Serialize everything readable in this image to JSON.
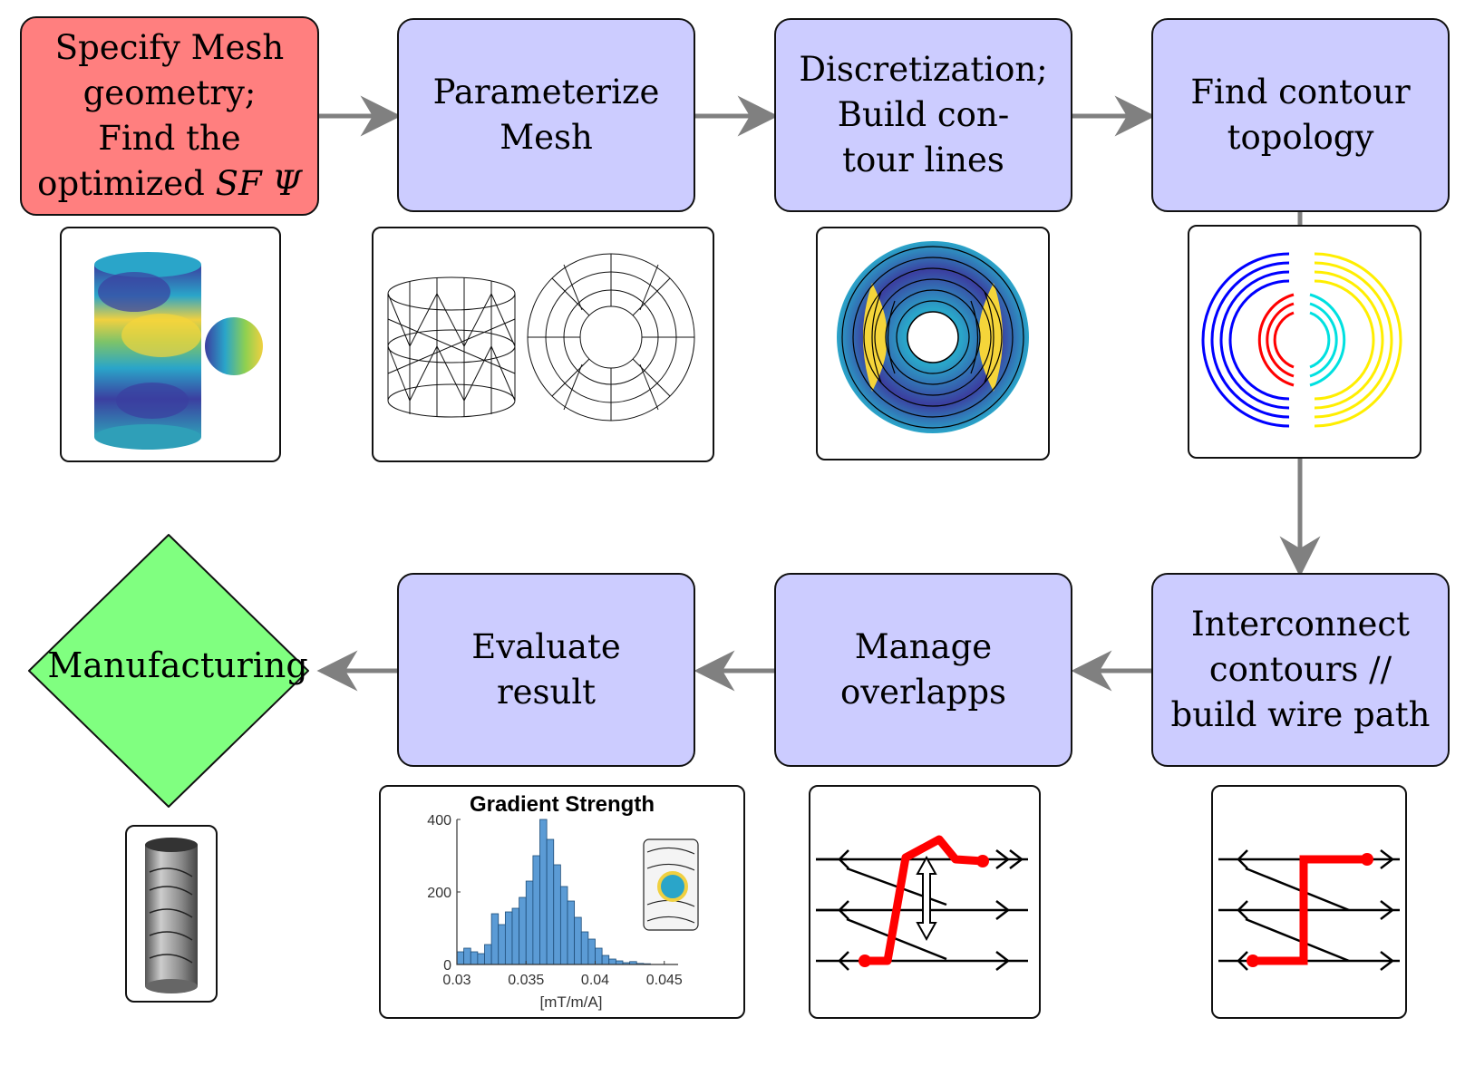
{
  "steps": {
    "specify": [
      "Specify Mesh",
      "geometry;",
      "Find the"
    ],
    "specify_last_prefix": "optimized ",
    "specify_last_symbol": "SF Ψ",
    "parameterize": [
      "Parameterize",
      "Mesh"
    ],
    "discretization": [
      "Discretization;",
      "Build con-",
      "tour lines"
    ],
    "topology": [
      "Find contour",
      "topology"
    ],
    "interconnect": [
      "Interconnect",
      "contours //",
      "build wire path"
    ],
    "overlaps": [
      "Manage",
      "overlapps"
    ],
    "evaluate": [
      "Evaluate",
      "result"
    ],
    "manufacturing": "Manufacturing"
  },
  "colors": {
    "step_fill": "#ccccff",
    "start_fill": "#ff7f7f",
    "end_fill": "#80ff80",
    "arrow": "#808080",
    "wire": "#ff0000"
  },
  "chart_data": {
    "type": "bar",
    "title": "Gradient Strength",
    "xlabel": "[mT/m/A]",
    "ylabel": "",
    "xticks": [
      "0.03",
      "0.035",
      "0.04",
      "0.045"
    ],
    "yticks": [
      "0",
      "200",
      "400"
    ],
    "xlim": [
      0.03,
      0.046
    ],
    "ylim": [
      0,
      400
    ],
    "bin_width": 0.0005,
    "bin_starts": [
      0.03,
      0.0305,
      0.031,
      0.0315,
      0.032,
      0.0325,
      0.033,
      0.0335,
      0.034,
      0.0345,
      0.035,
      0.0355,
      0.036,
      0.0365,
      0.037,
      0.0375,
      0.038,
      0.0385,
      0.039,
      0.0395,
      0.04,
      0.0405,
      0.041,
      0.0415,
      0.042,
      0.0425,
      0.043,
      0.0435
    ],
    "values": [
      35,
      45,
      35,
      30,
      55,
      140,
      110,
      145,
      155,
      185,
      230,
      300,
      400,
      345,
      275,
      215,
      175,
      130,
      90,
      70,
      45,
      25,
      15,
      10,
      5,
      8,
      3,
      2
    ],
    "bar_color": "#5b9bd5"
  }
}
